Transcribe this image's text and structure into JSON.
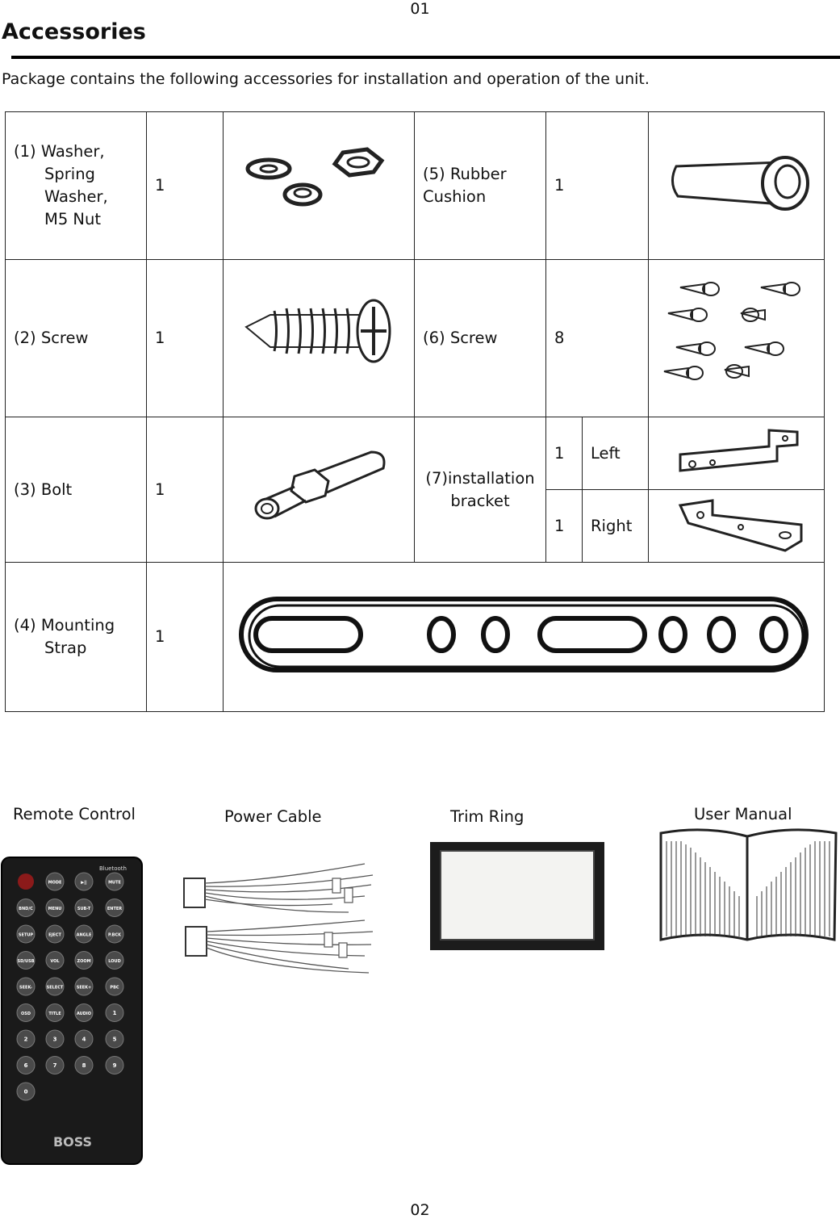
{
  "page": {
    "top_number": "01",
    "bottom_number": "02"
  },
  "title": "Accessories",
  "intro": "Package contains the following accessories for installation and operation of the unit.",
  "items": {
    "washer": {
      "name": "(1) Washer,",
      "name_lines": [
        "Spring",
        "Washer,",
        "M5 Nut"
      ],
      "qty": "1"
    },
    "screw2": {
      "name": "(2) Screw",
      "qty": "1"
    },
    "bolt": {
      "name": "(3) Bolt",
      "qty": "1"
    },
    "strap": {
      "name": "(4) Mounting",
      "name_line2": "Strap",
      "qty": "1"
    },
    "cushion": {
      "name": "(5) Rubber",
      "name_line2": "Cushion",
      "qty": "1"
    },
    "screw6": {
      "name": "(6) Screw",
      "qty": "8"
    },
    "bracket": {
      "name": "(7)installation",
      "name_line2": "bracket",
      "left": {
        "qty": "1",
        "side": "Left"
      },
      "right": {
        "qty": "1",
        "side": "Right"
      }
    }
  },
  "extras": {
    "remote": "Remote Control",
    "power_cable": "Power Cable",
    "trim_ring": "Trim Ring",
    "manual": "User Manual"
  },
  "remote_logo": "BOSS",
  "remote_brand": "Bluetooth",
  "remote_buttons": [
    "MODE",
    "▶||",
    "MUTE",
    "BND/C",
    "MENU",
    "SUB-T",
    "ENTER",
    "SETUP",
    "EJECT",
    "ANGLE",
    "P.BCK",
    "SD/USB",
    "VOL",
    "ZOOM",
    "LOUD",
    "SEEK-",
    "SELECT",
    "SEEK+",
    "PBC",
    "OSD",
    "TITLE",
    "AUDIO",
    "1",
    "2",
    "3",
    "4",
    "5",
    "6",
    "7",
    "8",
    "9",
    "0"
  ]
}
